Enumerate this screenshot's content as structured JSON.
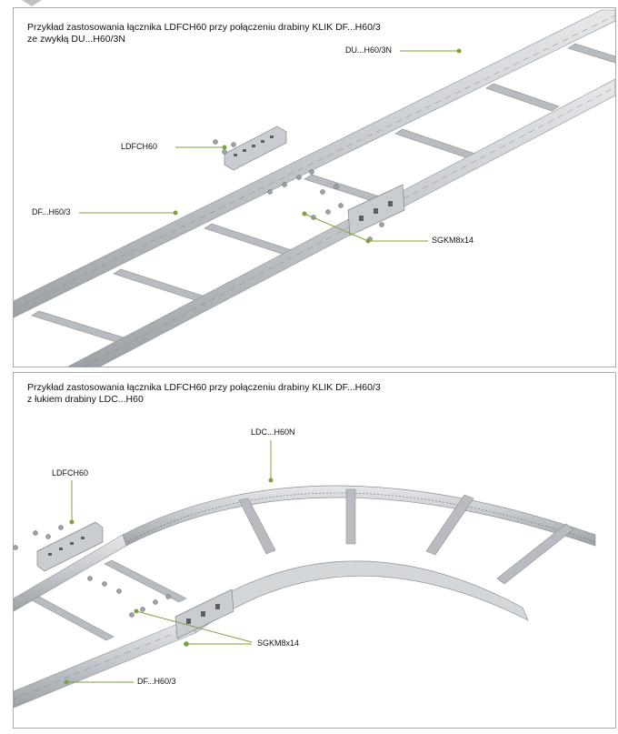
{
  "panel_top": {
    "caption": "Przykład zastosowania łącznika LDFCH60 przy połączeniu drabiny KLIK  DF...H60/3\nze zwykłą DU...H60/3N",
    "labels": {
      "du": "DU...H60/3N",
      "ldfch": "LDFCH60",
      "df": "DF...H60/3",
      "sgkm": "SGKM8x14"
    }
  },
  "panel_bottom": {
    "caption": "Przykład zastosowania łącznika LDFCH60 przy połączeniu drabiny KLIK  DF...H60/3\nz łukiem drabiny  LDC...H60",
    "labels": {
      "ldc": "LDC...H60N",
      "ldfch": "LDFCH60",
      "sgkm": "SGKM8x14",
      "df": "DF...H60/3"
    }
  },
  "colors": {
    "leader": "#7ea23a",
    "steel_light": "#d9dcdf",
    "steel_mid": "#b5b9be",
    "steel_dark": "#8c9196",
    "border": "#a9a9a9"
  }
}
